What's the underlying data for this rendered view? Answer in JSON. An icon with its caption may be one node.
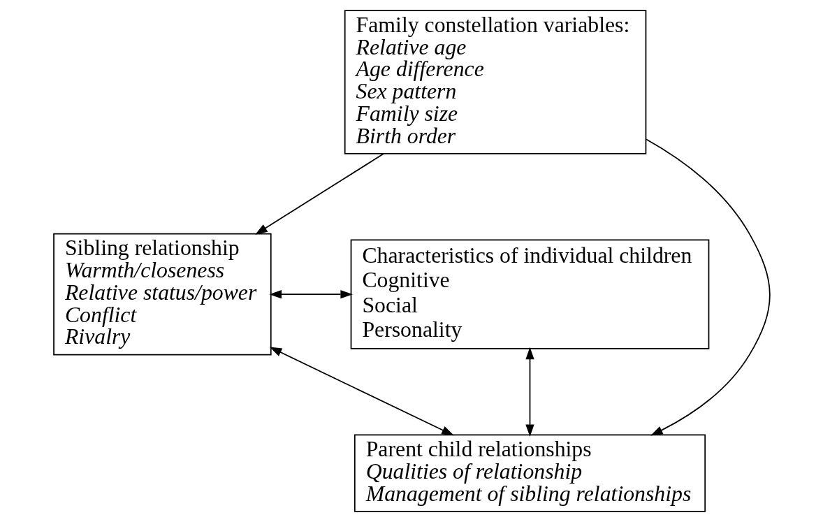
{
  "diagram": {
    "nodes": [
      {
        "text": [
          "Family constellation variables:",
          "Relative age",
          "Age difference",
          "Sex pattern",
          "Family size",
          "Birth order"
        ]
      },
      {
        "text": [
          "Sibling relationship",
          "Warmth/closeness",
          "Relative status/power",
          "Conflict",
          "Rivalry"
        ]
      },
      {
        "text": [
          "Characteristics of individual children",
          "Cognitive",
          "Social",
          "Personality"
        ]
      },
      {
        "text": [
          "Parent child relationships",
          "Qualities of relationship",
          "Management of sibling relationships"
        ]
      }
    ],
    "edges": [
      {
        "from": 0,
        "to": 3,
        "arrow": "to"
      },
      {
        "from": 0,
        "to": 1,
        "arrow": "to"
      },
      {
        "from": 1,
        "to": 2,
        "arrow": "both"
      },
      {
        "from": 1,
        "to": 3,
        "arrow": "both"
      },
      {
        "from": 2,
        "to": 3,
        "arrow": "both"
      }
    ]
  }
}
